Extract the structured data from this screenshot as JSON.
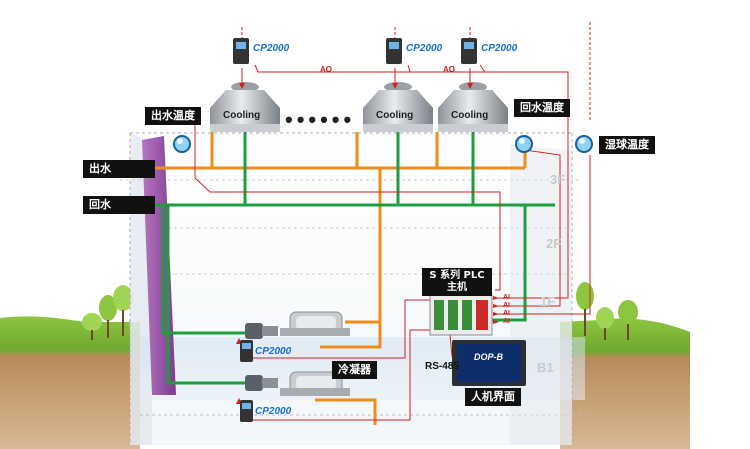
{
  "labels": {
    "supply_temp": "出水温度",
    "return_temp": "回水温度",
    "wet_bulb_temp": "湿球温度",
    "supply_water": "出水",
    "return_water": "回水",
    "plc_line1": "S 系列 PLC",
    "plc_line2": "主机",
    "condenser": "冷凝器",
    "hmi": "人机界面",
    "rs485": "RS-485",
    "hmi_brand": "DOP-B"
  },
  "drives": {
    "label": "CP2000",
    "top": [
      "CP2000",
      "CP2000",
      "CP2000"
    ],
    "bottom": [
      "CP2000",
      "CP2000"
    ]
  },
  "signals": {
    "ao": [
      "AO",
      "AO"
    ],
    "ai": [
      "AI",
      "AI",
      "AI",
      "AI"
    ]
  },
  "cooling_towers": [
    "Cooling",
    "Cooling",
    "Cooling"
  ],
  "ellipsis": "••••••",
  "floors": [
    "3F",
    "2F",
    "1F",
    "B1"
  ],
  "colors": {
    "supply_pipe": "#f08c1e",
    "return_pipe": "#1e9e3e",
    "signal": "#d32020",
    "drive_label": "#1a6fd0",
    "shaft": "#9a4fa8"
  }
}
